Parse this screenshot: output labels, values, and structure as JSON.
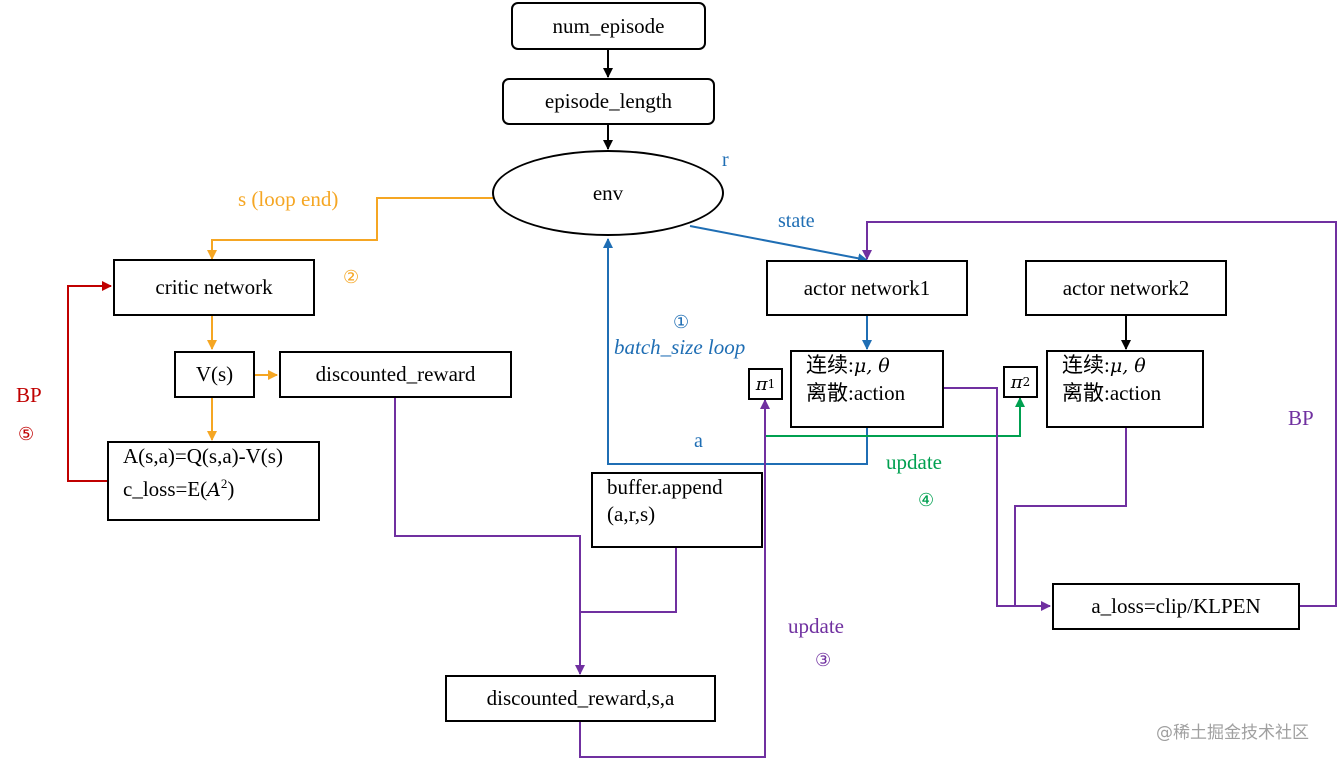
{
  "nodes": {
    "num_episode": "num_episode",
    "episode_length": "episode_length",
    "env": "env",
    "critic_network": "critic network",
    "vs": "V(s)",
    "discounted_reward": "discounted_reward",
    "advantage_line1": "A(s,a)=Q(s,a)-V(s)",
    "advantage_line2_prefix": "c_loss=E(",
    "advantage_line2_var": "A",
    "advantage_line2_exp": "2",
    "advantage_line2_suffix": ")",
    "actor1": "actor network1",
    "actor1_cont_prefix": "连续:",
    "actor1_cont_math": "μ, θ",
    "actor1_disc": "离散:action",
    "actor2": "actor network2",
    "actor2_cont_prefix": "连续:",
    "actor2_cont_math": "μ, θ",
    "actor2_disc": "离散:action",
    "buffer_line1": "buffer.append",
    "buffer_line2": "(a,r,s)",
    "disc_rsa": "discounted_reward,s,a",
    "a_loss": "a_loss=clip/KLPEN",
    "pi1_symbol": "π",
    "pi1_sub": "1",
    "pi2_symbol": "π",
    "pi2_sub": "2"
  },
  "labels": {
    "r": "r",
    "state": "state",
    "s_loop_end": "s (loop end)",
    "circle2": "②",
    "circle1": "①",
    "batch_loop": "batch_size loop",
    "a": "a",
    "update4": "update",
    "circle4": "④",
    "update3": "update",
    "circle3": "③",
    "bp_left": "BP",
    "circle5": "⑤",
    "bp_right": "BP"
  },
  "watermark": "@稀土掘金技术社区",
  "colors": {
    "black": "#000000",
    "orange": "#f5a623",
    "blue": "#1f6eb4",
    "purple": "#7030a0",
    "green": "#00a050",
    "red": "#c00000"
  }
}
